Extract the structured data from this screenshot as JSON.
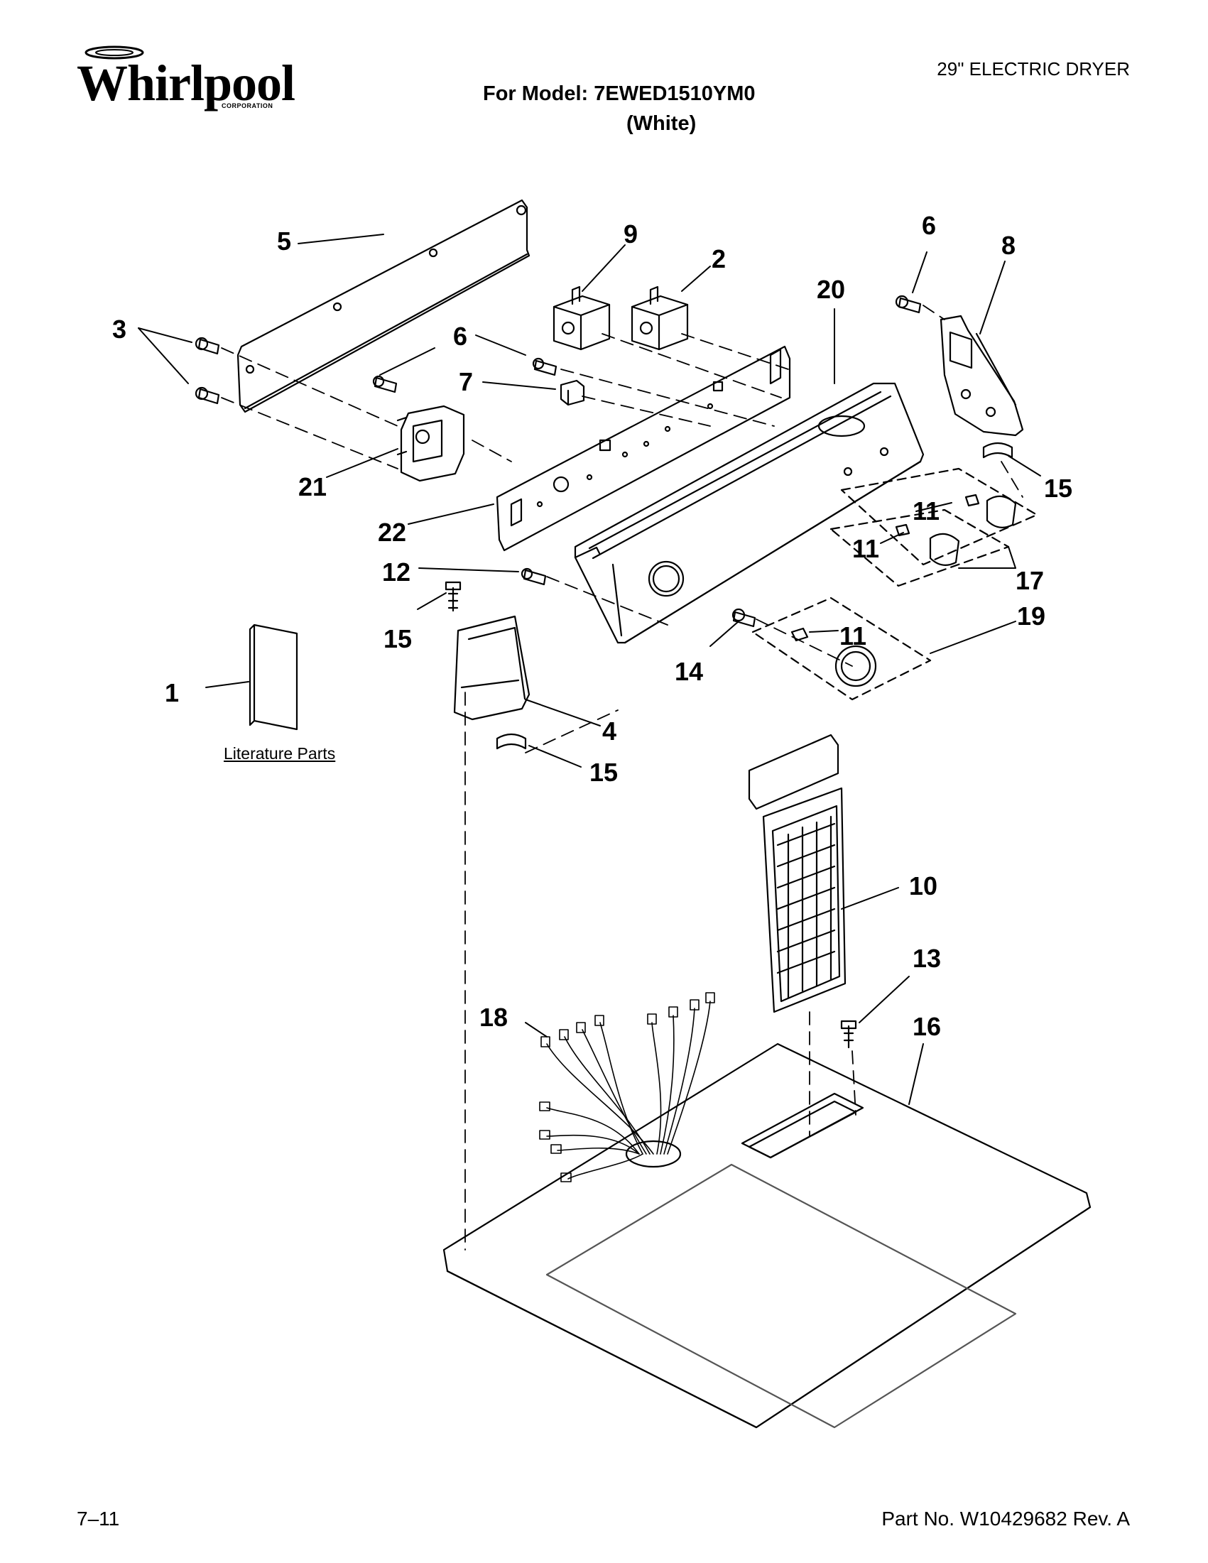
{
  "brand": {
    "name": "Whirlpool",
    "sub": "CORPORATION"
  },
  "header": {
    "product": "29\" ELECTRIC DRYER",
    "model_line": "For Model: 7EWED1510YM0",
    "color_line": "(White)"
  },
  "diagram": {
    "callouts": [
      {
        "id": "c5",
        "label": "5"
      },
      {
        "id": "c3",
        "label": "3"
      },
      {
        "id": "c9",
        "label": "9"
      },
      {
        "id": "c2",
        "label": "2"
      },
      {
        "id": "c6a",
        "label": "6"
      },
      {
        "id": "c7",
        "label": "7"
      },
      {
        "id": "c21",
        "label": "21"
      },
      {
        "id": "c22",
        "label": "22"
      },
      {
        "id": "c12",
        "label": "12"
      },
      {
        "id": "c15a",
        "label": "15"
      },
      {
        "id": "c1",
        "label": "1"
      },
      {
        "id": "c4",
        "label": "4"
      },
      {
        "id": "c15b",
        "label": "15"
      },
      {
        "id": "c6b",
        "label": "6"
      },
      {
        "id": "c8",
        "label": "8"
      },
      {
        "id": "c20",
        "label": "20"
      },
      {
        "id": "c15c",
        "label": "15"
      },
      {
        "id": "c11a",
        "label": "11"
      },
      {
        "id": "c11b",
        "label": "11"
      },
      {
        "id": "c17",
        "label": "17"
      },
      {
        "id": "c11c",
        "label": "11"
      },
      {
        "id": "c19",
        "label": "19"
      },
      {
        "id": "c14",
        "label": "14"
      },
      {
        "id": "c10",
        "label": "10"
      },
      {
        "id": "c13",
        "label": "13"
      },
      {
        "id": "c16",
        "label": "16"
      },
      {
        "id": "c18",
        "label": "18"
      }
    ],
    "literature_label": "Literature Parts"
  },
  "footer": {
    "date": "7–11",
    "part_no": "Part No. W10429682 Rev. A"
  }
}
